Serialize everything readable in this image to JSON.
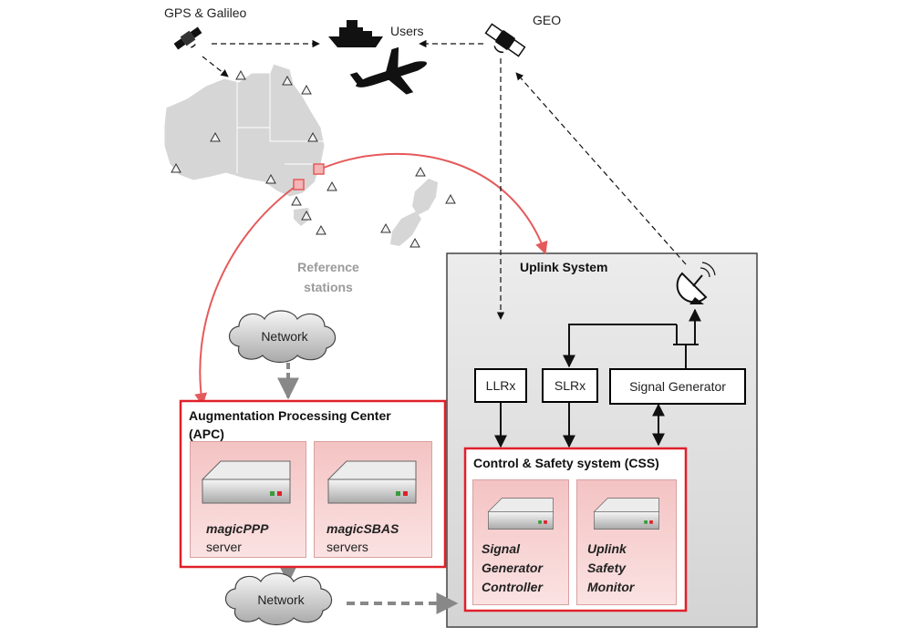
{
  "labels": {
    "gnss": "GPS & Galileo",
    "users": "Users",
    "geo": "GEO",
    "reference_stations": [
      "Reference",
      "stations"
    ],
    "uplink_system": "Uplink System",
    "network_top": "Network",
    "network_bottom": "Network"
  },
  "apc": {
    "title_line1": "Augmentation Processing Center",
    "title_line2": "(APC)",
    "servers": [
      {
        "name": "magicPPP",
        "sub": "server"
      },
      {
        "name": "magicSBAS",
        "sub": "servers"
      }
    ]
  },
  "uplink": {
    "llrx": "LLRx",
    "slrx": "SLRx",
    "signal_generator": "Signal Generator"
  },
  "css": {
    "title": "Control & Safety system (CSS)",
    "modules": [
      {
        "lines": [
          "Signal",
          "Generator",
          "Controller"
        ]
      },
      {
        "lines": [
          "Uplink",
          "Safety",
          "Monitor"
        ]
      }
    ]
  },
  "colors": {
    "highlight_red": "#e0202a",
    "link_red": "#e55a5a",
    "map_gray": "#d6d6d6",
    "panel_gray": "#e2e2e2"
  }
}
